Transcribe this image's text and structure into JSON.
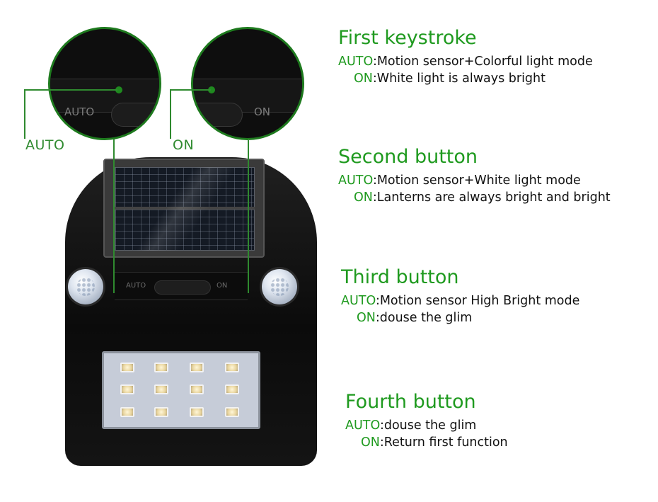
{
  "callouts": {
    "auto": "AUTO",
    "on": "ON"
  },
  "zoom_labels": {
    "auto": "AUTO",
    "on": "ON"
  },
  "sections": [
    {
      "title": "First keystroke",
      "auto_key": "AUTO",
      "auto_text": ":Motion sensor+Colorful light mode",
      "on_key": "ON",
      "on_text": ":White light is always bright"
    },
    {
      "title": "Second button",
      "auto_key": "AUTO",
      "auto_text": ":Motion sensor+White light mode",
      "on_key": "ON",
      "on_text": ":Lanterns are always bright and bright"
    },
    {
      "title": "Third button",
      "auto_key": "AUTO",
      "auto_text": ":Motion sensor High Bright mode",
      "on_key": "ON",
      "on_text": ":douse the glim"
    },
    {
      "title": "Fourth button",
      "auto_key": "AUTO",
      "auto_text": ":douse the glim",
      "on_key": "ON",
      "on_text": ":Return first function"
    }
  ],
  "colors": {
    "accent_green": "#1f9a1f",
    "line_green": "#2f8a2f",
    "text": "#111111"
  },
  "icons": [
    "solar-panel-icon",
    "pir-sensor-icon",
    "led-array-icon",
    "switch-icon"
  ]
}
